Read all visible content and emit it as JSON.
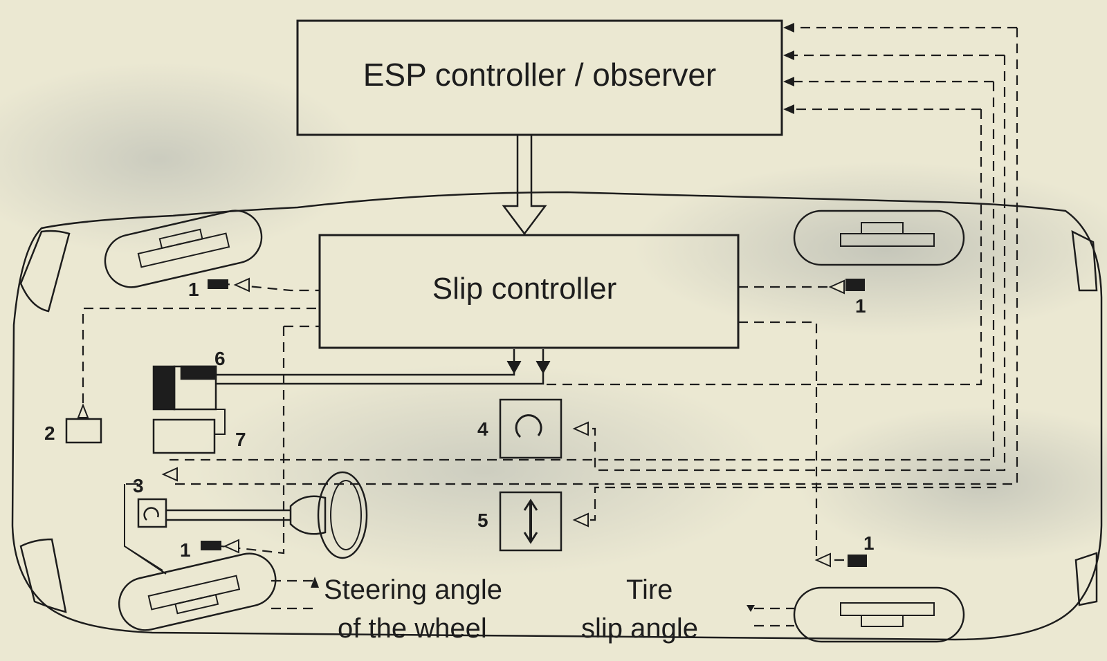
{
  "blocks": {
    "esp_controller": "ESP controller / observer",
    "slip_controller": "Slip controller"
  },
  "component_numbers": {
    "wheel_sensor_front_left": "1",
    "wheel_sensor_front_right": "1",
    "wheel_sensor_rear_left": "1",
    "wheel_sensor_rear_right": "1",
    "pressure_sensor": "2",
    "steering_sensor": "3",
    "yaw_sensor": "4",
    "lateral_accel_sensor": "5",
    "hydraulic_unit": "6",
    "engine_ecu": "7"
  },
  "labels": {
    "steering_angle_line1": "Steering angle",
    "steering_angle_line2": "of the wheel",
    "tire_slip_line1": "Tire",
    "tire_slip_line2": "slip angle"
  },
  "colors": {
    "ink": "#1d1d1d",
    "paper": "#ebe8d2"
  }
}
